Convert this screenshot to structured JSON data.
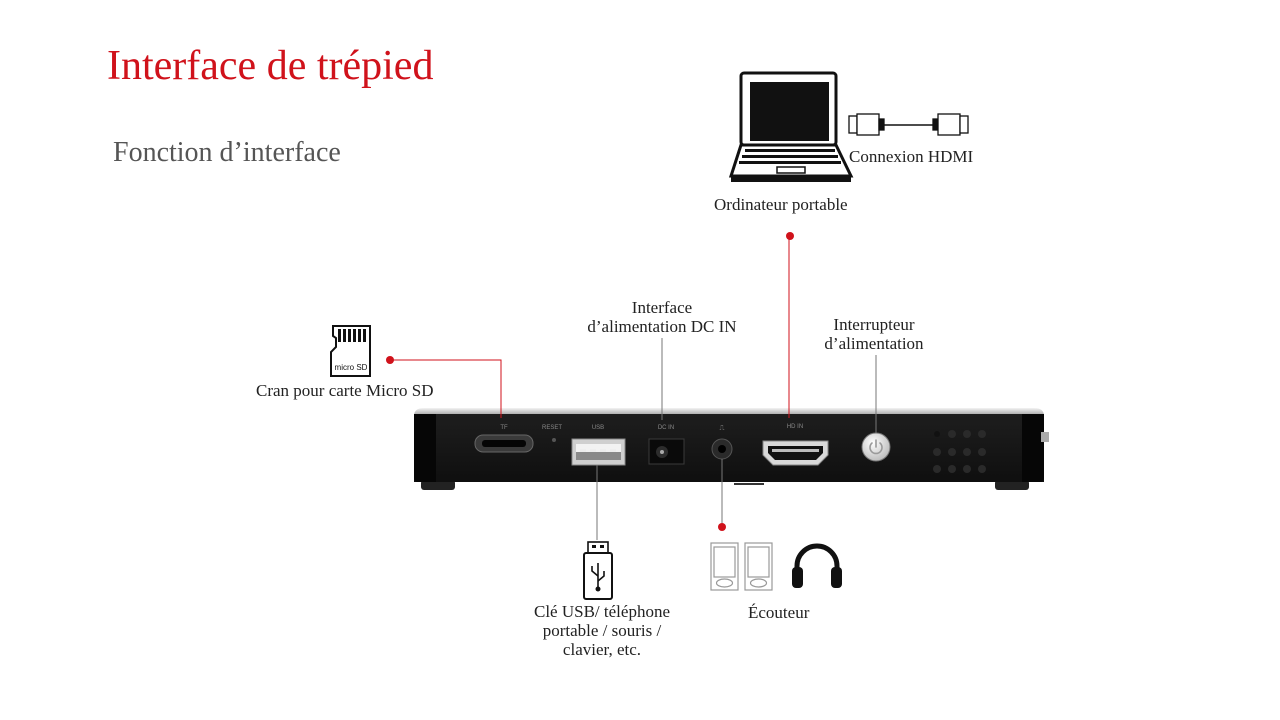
{
  "title": "Interface de trépied",
  "subtitle": "Fonction d’interface",
  "colors": {
    "accent": "#d0121b",
    "device": "#1b1b1b",
    "leader": "#777777"
  },
  "labels": {
    "hdmi_connection": "Connexion HDMI",
    "laptop": "Ordinateur portable",
    "dc_in": [
      "Interface",
      "d’alimentation DC IN"
    ],
    "power_switch": [
      "Interrupteur",
      "d’alimentation"
    ],
    "micro_sd": "Cran pour carte Micro SD",
    "micro_sd_card": "micro SD",
    "usb": [
      "Clé USB/ téléphone",
      "portable / souris /",
      "clavier, etc."
    ],
    "earphone": "Écouteur"
  },
  "port_labels": {
    "tf": "TF",
    "reset": "RESET",
    "usb": "USB",
    "dc_in": "DC IN",
    "audio": "⎍",
    "hdmi": "HD IN"
  },
  "icons": [
    "laptop-icon",
    "hdmi-cable-icon",
    "micro-sd-icon",
    "usb-drive-icon",
    "phone-icon",
    "headphones-icon",
    "power-icon"
  ]
}
